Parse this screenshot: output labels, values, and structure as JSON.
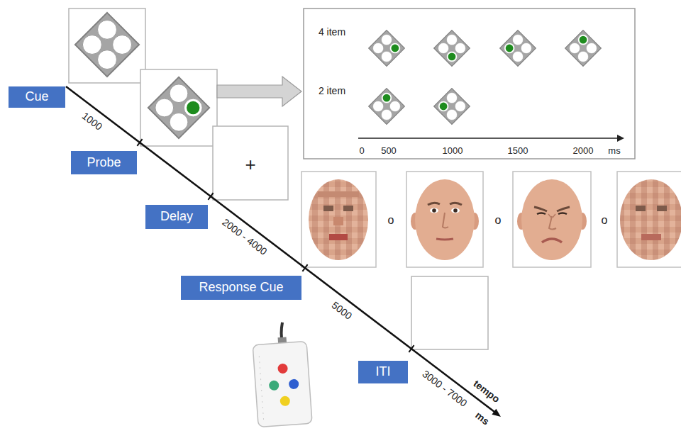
{
  "diagram": {
    "nodes": [
      {
        "text": [
          "Cue"
        ]
      },
      {
        "text": [
          "Probe"
        ]
      },
      {
        "text": [
          "Delay"
        ]
      },
      {
        "text": [
          "Response Cue"
        ]
      },
      {
        "text": [
          "ITI"
        ]
      }
    ],
    "labels": [
      "4 item",
      "2 item",
      "0",
      "500",
      "1000",
      "1500",
      "2000",
      "ms",
      "1000",
      "+",
      "o",
      "o",
      "o",
      "2000 - 4000",
      "5000",
      "3000 - 7000",
      "tempo",
      "ms"
    ]
  }
}
